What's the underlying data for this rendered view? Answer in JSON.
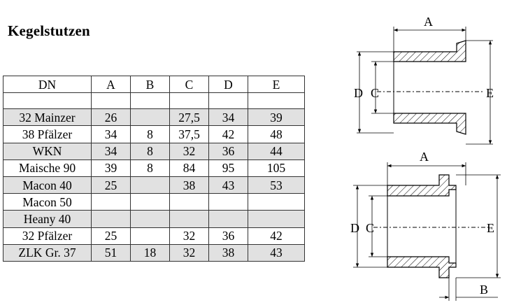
{
  "title": "Kegelstutzen",
  "table": {
    "headers": [
      "DN",
      "A",
      "B",
      "C",
      "D",
      "E"
    ],
    "rows": [
      [
        "32 Mainzer",
        "26",
        "",
        "27,5",
        "34",
        "39"
      ],
      [
        "38 Pfälzer",
        "34",
        "8",
        "37,5",
        "42",
        "48"
      ],
      [
        "WKN",
        "34",
        "8",
        "32",
        "36",
        "44"
      ],
      [
        "Maische 90",
        "39",
        "8",
        "84",
        "95",
        "105"
      ],
      [
        "Macon 40",
        "25",
        "",
        "38",
        "43",
        "53"
      ],
      [
        "Macon 50",
        "",
        "",
        "",
        "",
        ""
      ],
      [
        "Heany 40",
        "",
        "",
        "",
        "",
        ""
      ],
      [
        "32 Pfälzer",
        "25",
        "",
        "32",
        "36",
        "42"
      ],
      [
        "ZLK Gr. 37",
        "51",
        "18",
        "32",
        "38",
        "43"
      ]
    ]
  },
  "drawing": {
    "top": {
      "label_a": "A",
      "label_d": "D",
      "label_c": "C",
      "label_e": "E"
    },
    "bottom": {
      "label_a": "A",
      "label_d": "D",
      "label_c": "C",
      "label_e": "E",
      "label_b": "B"
    }
  }
}
